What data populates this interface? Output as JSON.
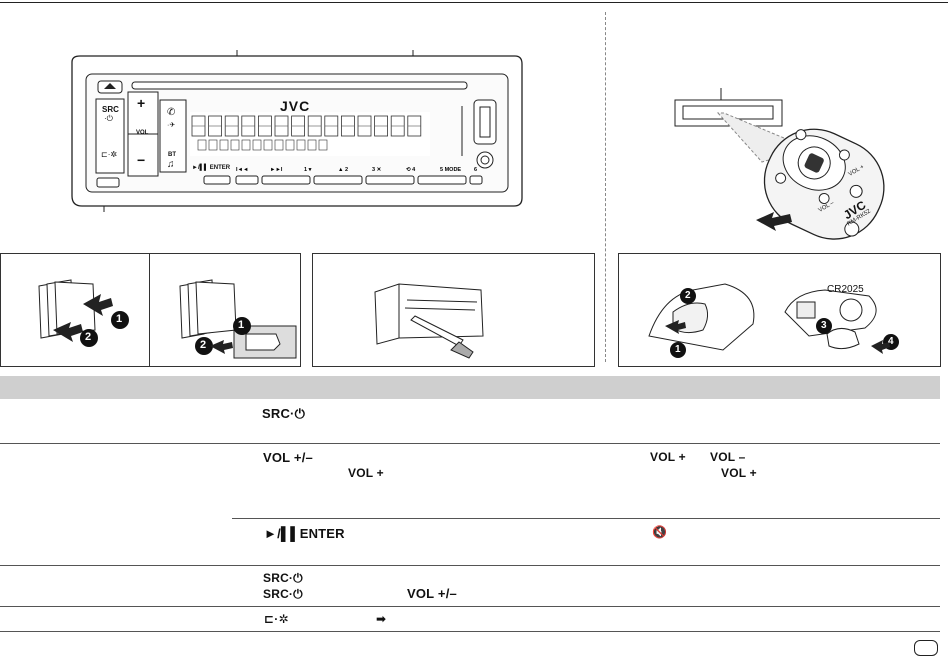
{
  "faceplate": {
    "brand": "JVC",
    "src_label": "SRC",
    "vol_label": "VOL",
    "vol_plus": "+",
    "vol_minus": "−",
    "bt_label": "BT",
    "enter_label": "►/▌▌ ENTER",
    "keys": [
      "I◄◄",
      "►►I",
      "1 ▾",
      "▲ 2",
      "3 ✕",
      "⟲ 4",
      "5 MODE",
      "6"
    ],
    "display_chars": 14
  },
  "remote": {
    "brand": "JVC",
    "model": "RM-RK52",
    "vol_plus": "VOL +",
    "vol_minus": "VOL –"
  },
  "illustrations": {
    "battery_label": "CR2025",
    "steps": [
      "1",
      "2",
      "3",
      "4"
    ]
  },
  "table": {
    "rows": [
      {
        "name": "source-power",
        "buttons": [
          "SRC·⏻"
        ]
      },
      {
        "name": "volume",
        "buttons": [
          "VOL +/–",
          "VOL +",
          "VOL +",
          "VOL –",
          "VOL +"
        ]
      },
      {
        "name": "play-pause",
        "buttons": [
          "►/▌▌ENTER",
          "🔇"
        ]
      },
      {
        "name": "src-combo",
        "buttons": [
          "SRC·⏻",
          "SRC·⏻",
          "VOL +/–"
        ]
      },
      {
        "name": "display-settings",
        "buttons": [
          "⊏·✲",
          "➡"
        ]
      }
    ]
  },
  "colors": {
    "line": "#222222",
    "header_bg": "#cfcfcf",
    "panel_bg": "#f7f7f7"
  }
}
